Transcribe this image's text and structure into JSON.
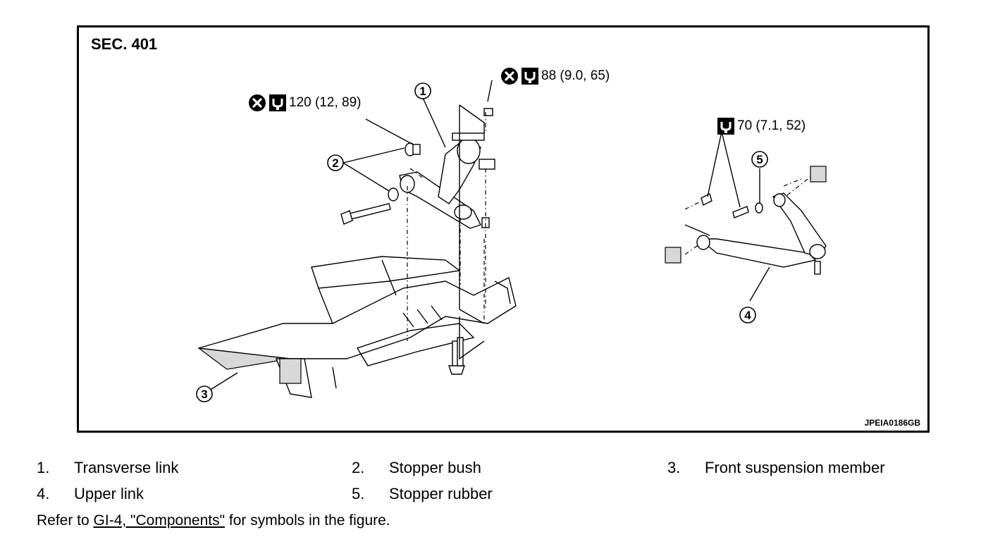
{
  "figure": {
    "section": "SEC. 401",
    "figure_id": "JPEIA0186GB",
    "torques": [
      {
        "value": "120 (12, 89)",
        "replace_icon": true
      },
      {
        "value": "88 (9.0, 65)",
        "replace_icon": true
      },
      {
        "value": "70 (7.1, 52)",
        "replace_icon": false
      }
    ],
    "callouts": [
      "1",
      "2",
      "3",
      "4",
      "5"
    ],
    "icons": [
      "do-not-reuse-icon",
      "torque-wrench-icon"
    ]
  },
  "legend": [
    {
      "num": "1.",
      "label": "Transverse link"
    },
    {
      "num": "2.",
      "label": "Stopper bush"
    },
    {
      "num": "3.",
      "label": "Front suspension member"
    },
    {
      "num": "4.",
      "label": "Upper link"
    },
    {
      "num": "5.",
      "label": "Stopper rubber"
    }
  ],
  "refer": {
    "prefix": "Refer to ",
    "link": "GI-4, \"Components\"",
    "suffix": " for symbols in the figure."
  }
}
